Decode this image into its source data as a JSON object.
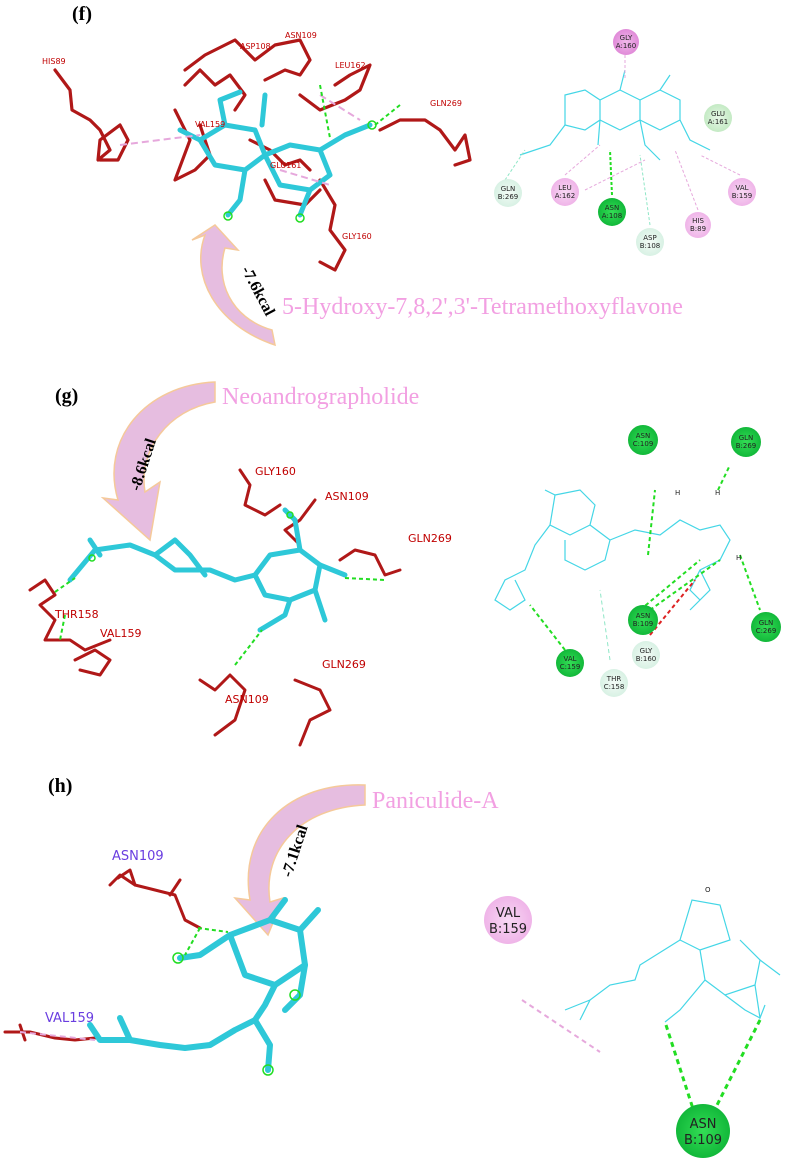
{
  "panels": [
    {
      "letter": "(f)",
      "compound": "5-Hydroxy-7,8,2',3'-Tetramethoxyflavone",
      "energy": "-7.6kcal",
      "residues_3d": [
        "HIS89",
        "ASP108",
        "ASN109",
        "LEU162",
        "VAL159",
        "GLN269",
        "GLU161",
        "GLY160"
      ],
      "nodes_2d": [
        {
          "res": "GLY",
          "chain": "A:160",
          "type": "pi-alkyl"
        },
        {
          "res": "GLU",
          "chain": "A:161",
          "type": "vdw"
        },
        {
          "res": "GLN",
          "chain": "B:269",
          "type": "carbon-hbond"
        },
        {
          "res": "LEU",
          "chain": "A:162",
          "type": "pi-alkyl"
        },
        {
          "res": "ASN",
          "chain": "A:108",
          "type": "hbond"
        },
        {
          "res": "ASP",
          "chain": "B:108",
          "type": "carbon-hbond"
        },
        {
          "res": "HIS",
          "chain": "B:89",
          "type": "pi-alkyl"
        },
        {
          "res": "VAL",
          "chain": "B:159",
          "type": "pi-alkyl"
        }
      ]
    },
    {
      "letter": "(g)",
      "compound": "Neoandrographolide",
      "energy": "-8.6kcal",
      "residues_3d": [
        "GLY160",
        "ASN109",
        "GLN269",
        "THR158",
        "VAL159",
        "GLN269",
        "ASN109"
      ],
      "nodes_2d": [
        {
          "res": "ASN",
          "chain": "C:109",
          "type": "hbond"
        },
        {
          "res": "GLN",
          "chain": "B:269",
          "type": "hbond"
        },
        {
          "res": "ASN",
          "chain": "B:109",
          "type": "hbond"
        },
        {
          "res": "GLN",
          "chain": "C:269",
          "type": "hbond"
        },
        {
          "res": "GLY",
          "chain": "B:160",
          "type": "carbon-hbond"
        },
        {
          "res": "VAL",
          "chain": "C:159",
          "type": "hbond"
        },
        {
          "res": "THR",
          "chain": "C:158",
          "type": "carbon-hbond"
        }
      ]
    },
    {
      "letter": "(h)",
      "compound": "Paniculide-A",
      "energy": "-7.1kcal",
      "residues_3d": [
        "ASN109",
        "VAL159"
      ],
      "nodes_2d": [
        {
          "res": "VAL",
          "chain": "B:159",
          "type": "pi-alkyl"
        },
        {
          "res": "ASN",
          "chain": "B:109",
          "type": "hbond"
        }
      ]
    }
  ],
  "colors": {
    "residue_stick": "#b01818",
    "ligand_stick": "#2ec8d8",
    "hbond": "#22dd22",
    "pi_alkyl": "#f0b0e8",
    "compound_label": "#f2a0e2",
    "arrow_fill": "#e6bde0",
    "arrow_edge": "#f5c99a",
    "node_hbond": "#22cc44",
    "node_vdw": "#c8ecc8",
    "node_carbon_hbond": "#dff3ea",
    "node_pi_alkyl": "#f4c2ee"
  }
}
